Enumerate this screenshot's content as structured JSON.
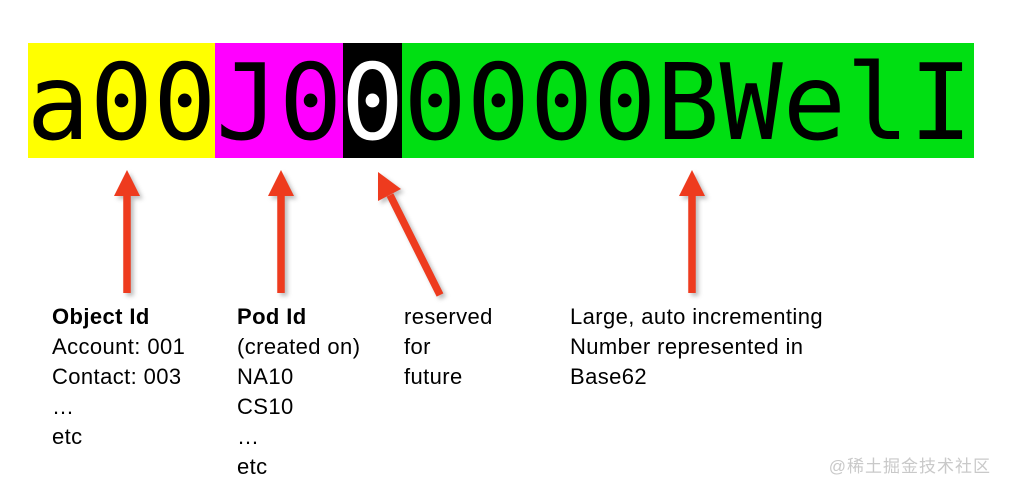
{
  "id_bar": {
    "full_id": "a00J000000BWelI",
    "segments": [
      {
        "text": "a00",
        "bg": "#ffff00",
        "fg": "#000000"
      },
      {
        "text": "J0",
        "bg": "#ff00ff",
        "fg": "#000000"
      },
      {
        "text": "0",
        "bg": "#000000",
        "fg": "#ffffff"
      },
      {
        "text": "0000BWelI",
        "bg": "#00df12",
        "fg": "#000000"
      }
    ]
  },
  "annotations": [
    {
      "title": "Object Id",
      "lines": [
        "Account: 001",
        "Contact: 003",
        "…",
        "etc"
      ]
    },
    {
      "title": "Pod Id",
      "lines": [
        "(created on)",
        "NA10",
        "CS10",
        "…",
        "etc"
      ]
    },
    {
      "title": "",
      "lines": [
        "reserved",
        "for",
        "future"
      ]
    },
    {
      "title": "",
      "lines": [
        "Large, auto incrementing",
        "Number represented in",
        "Base62"
      ]
    }
  ],
  "colors": {
    "arrow": "#ee3b1e",
    "watermark_text": "#c9c9c9"
  },
  "watermark": "@稀土掘金技术社区"
}
